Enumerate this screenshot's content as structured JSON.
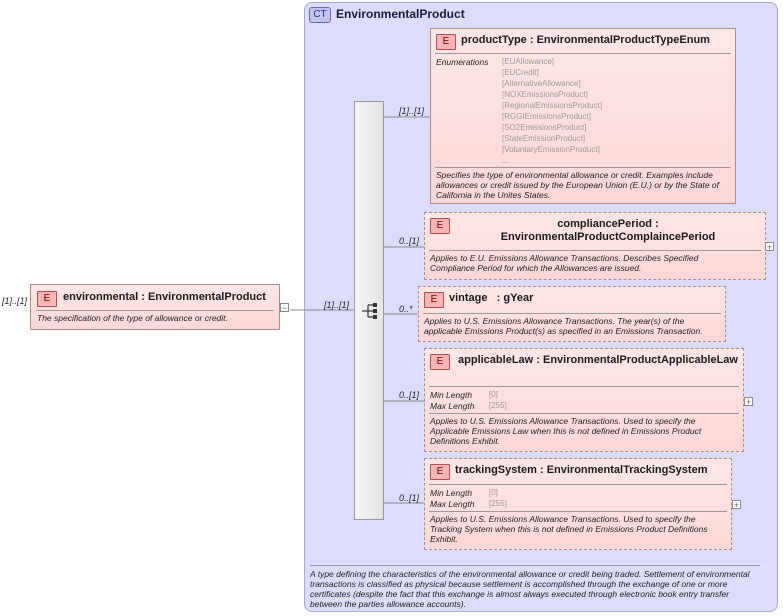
{
  "complex_type": {
    "badge": "CT",
    "name": "EnvironmentalProduct",
    "documentation": "A type defining the characteristics of the environmental allowance or credit being traded. Settlement of environmental transactions is classified as physical because settlement is accomplished through the exchange of one or more certificates (despite the fact that this exchange is almost always executed through electronic book entry transfer between the parties allowance accounts)."
  },
  "root": {
    "cardinality": "[1]..[1]",
    "badge": "E",
    "name": "environmental : EnvironmentalProduct",
    "documentation": "The specification of the type of allowance or credit.",
    "expand": "−"
  },
  "sequence": {
    "cardinality": "[1]..[1]"
  },
  "children": [
    {
      "cardinality": "[1]..[1]",
      "badge": "E",
      "name": "productType : EnvironmentalProductTypeEnum",
      "enum_label": "Enumerations",
      "enumerations": [
        "[EUAllowance]",
        "[EUCredit]",
        "[AlternativeAllowance]",
        "[NOXEmissionsProduct]",
        "[RegionalEmissionsProduct]",
        "[RGGIEmissionsProduct]",
        "[SO2EmissionsProduct]",
        "[StateEmissionProduct]",
        "[VoluntaryEmissionProduct]",
        "..."
      ],
      "documentation": "Specifies the type of environmental allowance or credit. Examples include allowances or credit issued by the European Union (E.U.) or by the State of California in the Unites States."
    },
    {
      "cardinality": "0..[1]",
      "badge": "E",
      "name": "compliancePeriod : EnvironmentalProductComplaincePeriod",
      "documentation": "Applies to E.U. Emissions Allowance Transactions. Describes Specified Compliance Period for which the Allowances are issued.",
      "expand": "+"
    },
    {
      "cardinality": "0..*",
      "badge": "E",
      "name": "vintage   : gYear",
      "documentation": "Applies to U.S. Emissions Allowance Transactions. The year(s) of the applicable Emissions Product(s) as specified in an Emissions Transaction."
    },
    {
      "cardinality": "0..[1]",
      "badge": "E",
      "name": "applicableLaw : EnvironmentalProductApplicableLaw",
      "facets": [
        {
          "label": "Min Length",
          "value": "[0]"
        },
        {
          "label": "Max Length",
          "value": "[255]"
        }
      ],
      "documentation": "Applies to U.S. Emissions Allowance Transactions. Used to specify the Applicable Emissions Law when this is not defined in Emissions Product Definitions Exhibit.",
      "expand": "+"
    },
    {
      "cardinality": "0..[1]",
      "badge": "E",
      "name": "trackingSystem : EnvironmentalTrackingSystem",
      "facets": [
        {
          "label": "Min Length",
          "value": "[0]"
        },
        {
          "label": "Max Length",
          "value": "[255]"
        }
      ],
      "documentation": "Applies to U.S. Emissions Allowance Transactions. Used to specify the Tracking System when this is not defined in Emissions Product Definitions Exhibit.",
      "expand": "+"
    }
  ]
}
